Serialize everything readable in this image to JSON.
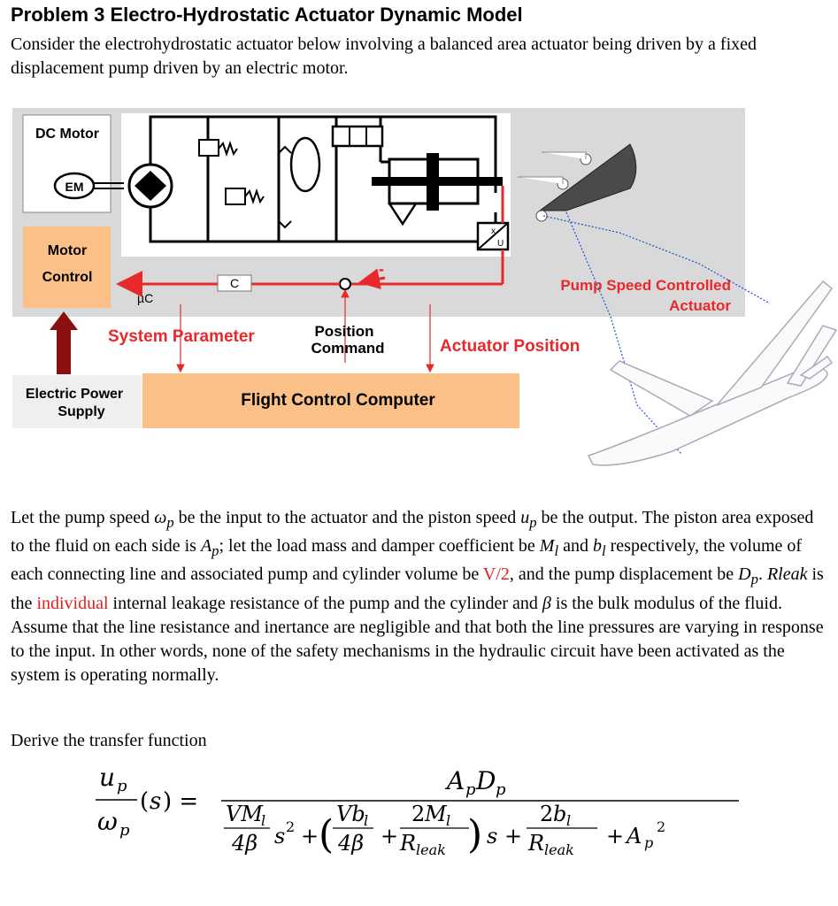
{
  "title": "Problem 3 Electro-Hydrostatic Actuator Dynamic Model",
  "intro": "Consider the electrohydrostatic actuator below involving a balanced area actuator being driven by a fixed displacement pump driven by an electric motor.",
  "figure": {
    "dc_motor": "DC Motor",
    "em": "EM",
    "motor_control_line1": "Motor",
    "motor_control_line2": "Control",
    "uc": "µC",
    "c_box": "C",
    "minus": "-",
    "xu_x": "x",
    "xu_u": "U",
    "pump_speed_line1": "Pump Speed Controlled",
    "pump_speed_line2": "Actuator",
    "system_parameter": "System Parameter",
    "position_line1": "Position",
    "position_line2": "Command",
    "actuator_position": "Actuator Position",
    "power_line1": "Electric Power",
    "power_line2": "Supply",
    "fcc": "Flight Control Computer",
    "colors": {
      "orange": "#fbc088",
      "gray": "#d9d9d9",
      "red": "#e8292b",
      "darkred": "#8b1010",
      "blue": "#1f4fd6"
    }
  },
  "body": {
    "p1": "Let the pump speed",
    "p2": "be the input to the actuator and the piston speed",
    "p3": "be the output. The piston area exposed to the fluid on each side is",
    "p4": "; let the load mass and damper coefficient be",
    "p5": "and",
    "p6": "respectively, the volume of each connecting line and associated pump and cylinder volume be",
    "v2": "V/2",
    "p7": ", and the pump displacement be",
    "p8": ".",
    "rleak": "Rleak",
    "p9": "is the",
    "individual": "individual",
    "p10": "internal leakage resistance of the pump and the cylinder and",
    "p11": "is the bulk modulus of the fluid. Assume that the line resistance and inertance are negligible and that both the line pressures are varying in response to the input. In other words, none of the safety mechanisms in the hydraulic circuit have been activated as the system is operating normally."
  },
  "derive": "Derive the transfer function"
}
